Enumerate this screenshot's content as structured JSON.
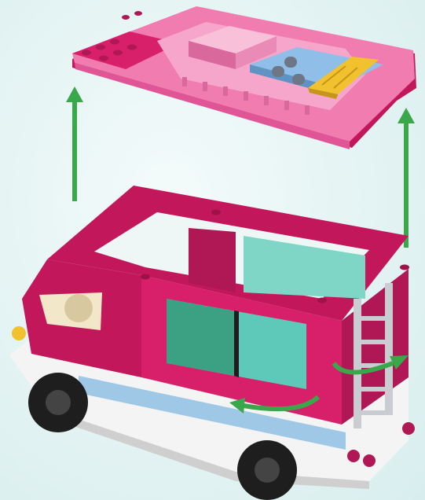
{
  "scene": {
    "background": "#e4f3f3",
    "colors": {
      "body_magenta": "#d81f6a",
      "body_dark": "#9e1248",
      "roof_pink": "#f07cb0",
      "roof_pink_light": "#f6a6cb",
      "window_teal": "#5fc9b9",
      "bumper_blue": "#9ec8e6",
      "base_white": "#f4f4f4",
      "arrow_green": "#3aa84a",
      "ladder_grey": "#c9ccd1",
      "gold": "#f2c12e",
      "tire_black": "#1e1e1e"
    },
    "parts": {
      "roof": "roof-panel",
      "van": "camper-van",
      "arrows": [
        "lift-arrow-left",
        "lift-arrow-right",
        "rotate-arrow-side",
        "rotate-arrow-rear"
      ]
    }
  }
}
